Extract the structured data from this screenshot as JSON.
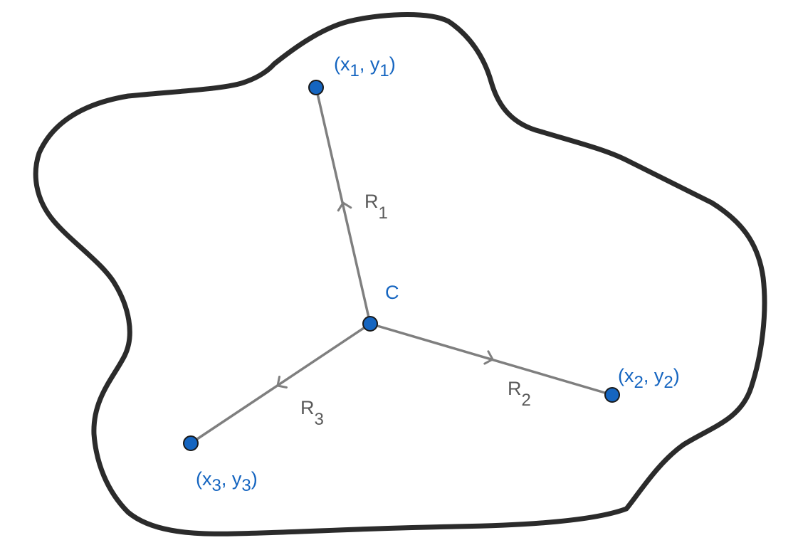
{
  "diagram": {
    "points": [
      {
        "id": "p1",
        "x": "x",
        "y": "y",
        "sub": "1"
      },
      {
        "id": "p2",
        "x": "x",
        "y": "y",
        "sub": "2"
      },
      {
        "id": "p3",
        "x": "x",
        "y": "y",
        "sub": "3"
      }
    ],
    "center_label": "C",
    "vectors": [
      {
        "id": "r1",
        "base": "R",
        "sub": "1"
      },
      {
        "id": "r2",
        "base": "R",
        "sub": "2"
      },
      {
        "id": "r3",
        "base": "R",
        "sub": "3"
      }
    ],
    "colors": {
      "point_fill": "#1565c0",
      "point_label": "#1565c0",
      "vector_line": "#7f7f7f",
      "vector_label": "#595959",
      "outline": "#2b2b2b"
    }
  }
}
